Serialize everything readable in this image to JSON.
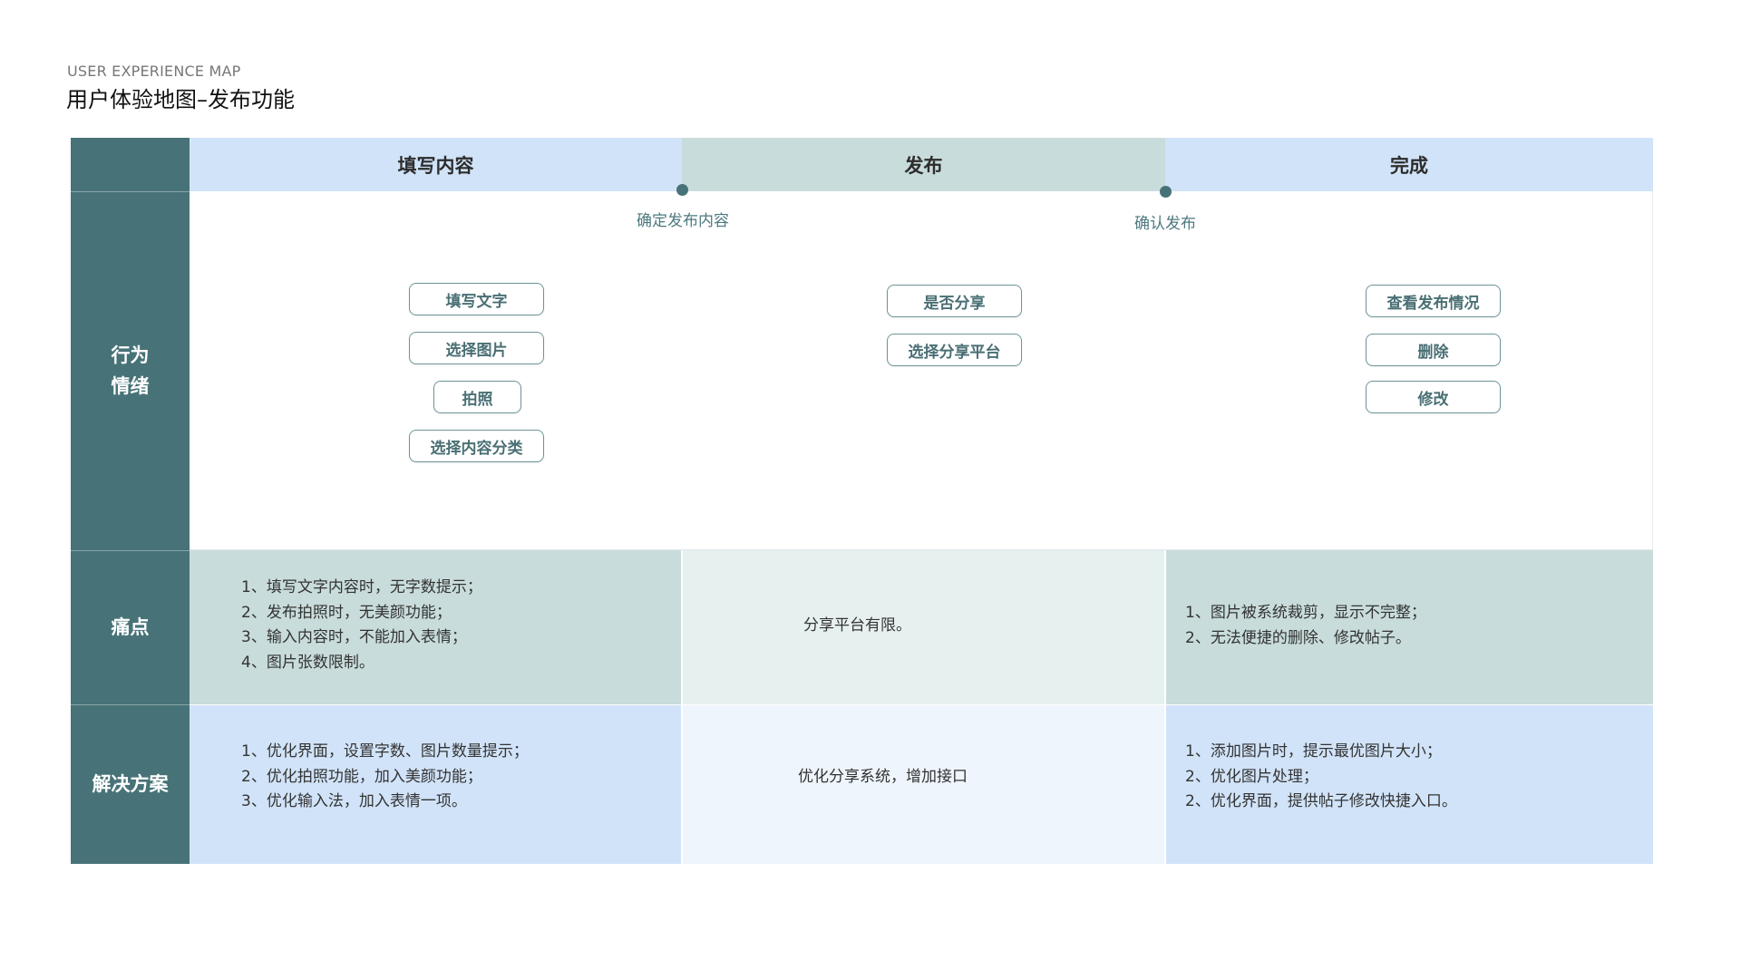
{
  "header": {
    "subtitle": "USER EXPERIENCE MAP",
    "title": "用户体验地图–发布功能"
  },
  "phases": [
    {
      "label": "填写内容"
    },
    {
      "label": "发布"
    },
    {
      "label": "完成"
    }
  ],
  "row_labels": {
    "behavior": [
      "行为",
      "情绪"
    ],
    "pain": "痛点",
    "solution": "解决方案"
  },
  "milestones": [
    {
      "label": "确定发布内容"
    },
    {
      "label": "确认发布"
    }
  ],
  "actions": {
    "fill": [
      "填写文字",
      "选择图片",
      "拍照",
      "选择内容分类"
    ],
    "publish": [
      "是否分享",
      "选择分享平台"
    ],
    "done": [
      "查看发布情况",
      "删除",
      "修改"
    ]
  },
  "pain_points": {
    "fill": [
      "1、填写文字内容时，无字数提示；",
      "2、发布拍照时，无美颜功能；",
      "3、输入内容时，不能加入表情；",
      "4、图片张数限制。"
    ],
    "publish": [
      "分享平台有限。"
    ],
    "done": [
      "1、图片被系统裁剪，显示不完整；",
      "2、无法便捷的删除、修改帖子。"
    ]
  },
  "solutions": {
    "fill": [
      "1、优化界面，设置字数、图片数量提示；",
      "2、优化拍照功能，加入美颜功能；",
      "3、优化输入法，加入表情一项。"
    ],
    "publish": [
      "优化分享系统，增加接口"
    ],
    "done": [
      "1、添加图片时，提示最优图片大小；",
      "2、优化图片处理；",
      "2、优化界面，提供帖子修改快捷入口。"
    ]
  },
  "colors": {
    "side_column": "#477378",
    "phase_light_blue": "#d1e3f8",
    "phase_sage": "#c8dcdb",
    "pain_sage": "#c8dcdb",
    "pain_mint": "#e6f0ef",
    "solution_blue": "#d1e3f8",
    "solution_pale_blue": "#eef5fd",
    "accent_text": "#4d7a7f"
  }
}
